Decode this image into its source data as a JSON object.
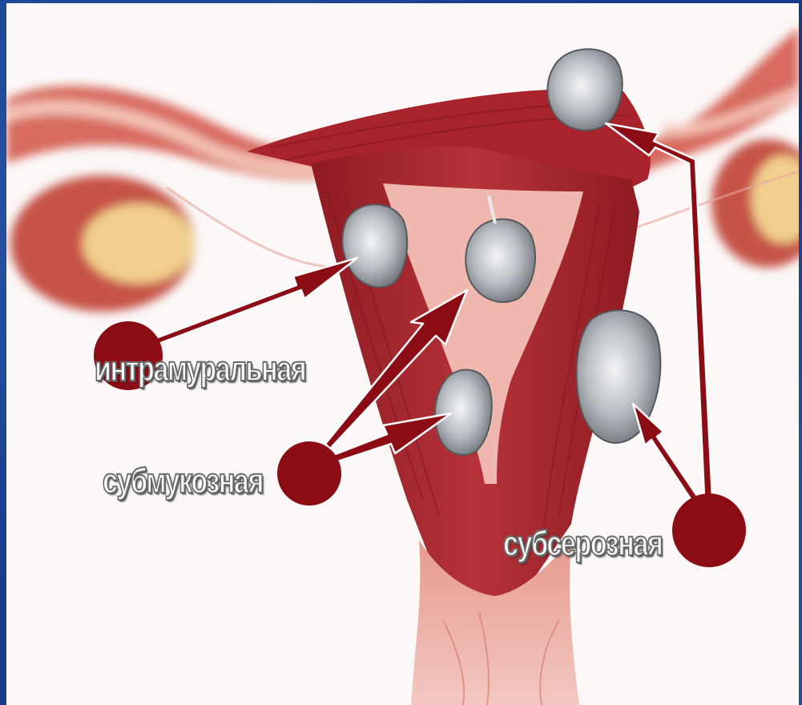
{
  "labels": {
    "intramural": "интрамуральная",
    "submucous": "субмукозная",
    "subserous": "субсерозная"
  },
  "colors": {
    "background": "#17398a",
    "panel": "#fbf8f7",
    "muscle": "#a8232b",
    "marker": "#8c0c16",
    "nodule": "#c9cccf"
  }
}
